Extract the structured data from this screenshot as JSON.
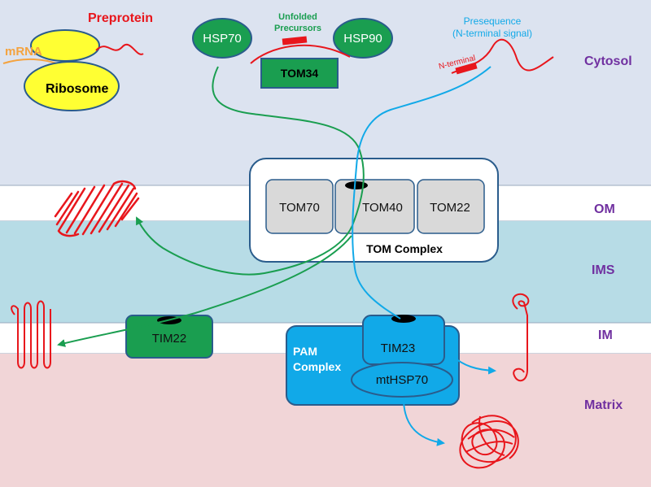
{
  "colors": {
    "cytosol": "#dce3f0",
    "membrane": "#ffffff",
    "ims": "#b7dce6",
    "matrix": "#f1d5d7",
    "green": "#1a9e50",
    "green_dark": "#0f6e35",
    "blue": "#11a9e8",
    "blue_dark": "#2a5c8c",
    "red": "#e8161c",
    "yellow": "#ffff33",
    "orange": "#f4a340",
    "purple": "#7030a0",
    "grey_box": "#d9d9d9"
  },
  "regions": {
    "cytosol": "Cytosol",
    "om": "OM",
    "ims": "IMS",
    "im": "IM",
    "matrix": "Matrix"
  },
  "cytosol_elements": {
    "preprotein": "Preprotein",
    "mrna": "mRNA",
    "ribosome": "Ribosome",
    "hsp70": "HSP70",
    "hsp90": "HSP90",
    "unfolded_line1": "Unfolded",
    "unfolded_line2": "Precursors",
    "tom34": "TOM34",
    "presequence_line1": "Presequence",
    "presequence_line2": "(N-terminal signal)",
    "n_terminal": "N-terminal"
  },
  "tom_complex": {
    "tom70": "TOM70",
    "tom40": "TOM40",
    "tom22": "TOM22",
    "label": "TOM Complex"
  },
  "inner_membrane": {
    "tim22": "TIM22",
    "tim23": "TIM23",
    "pam_line1": "PAM",
    "pam_line2": "Complex",
    "mthsp70": "mtHSP70"
  }
}
